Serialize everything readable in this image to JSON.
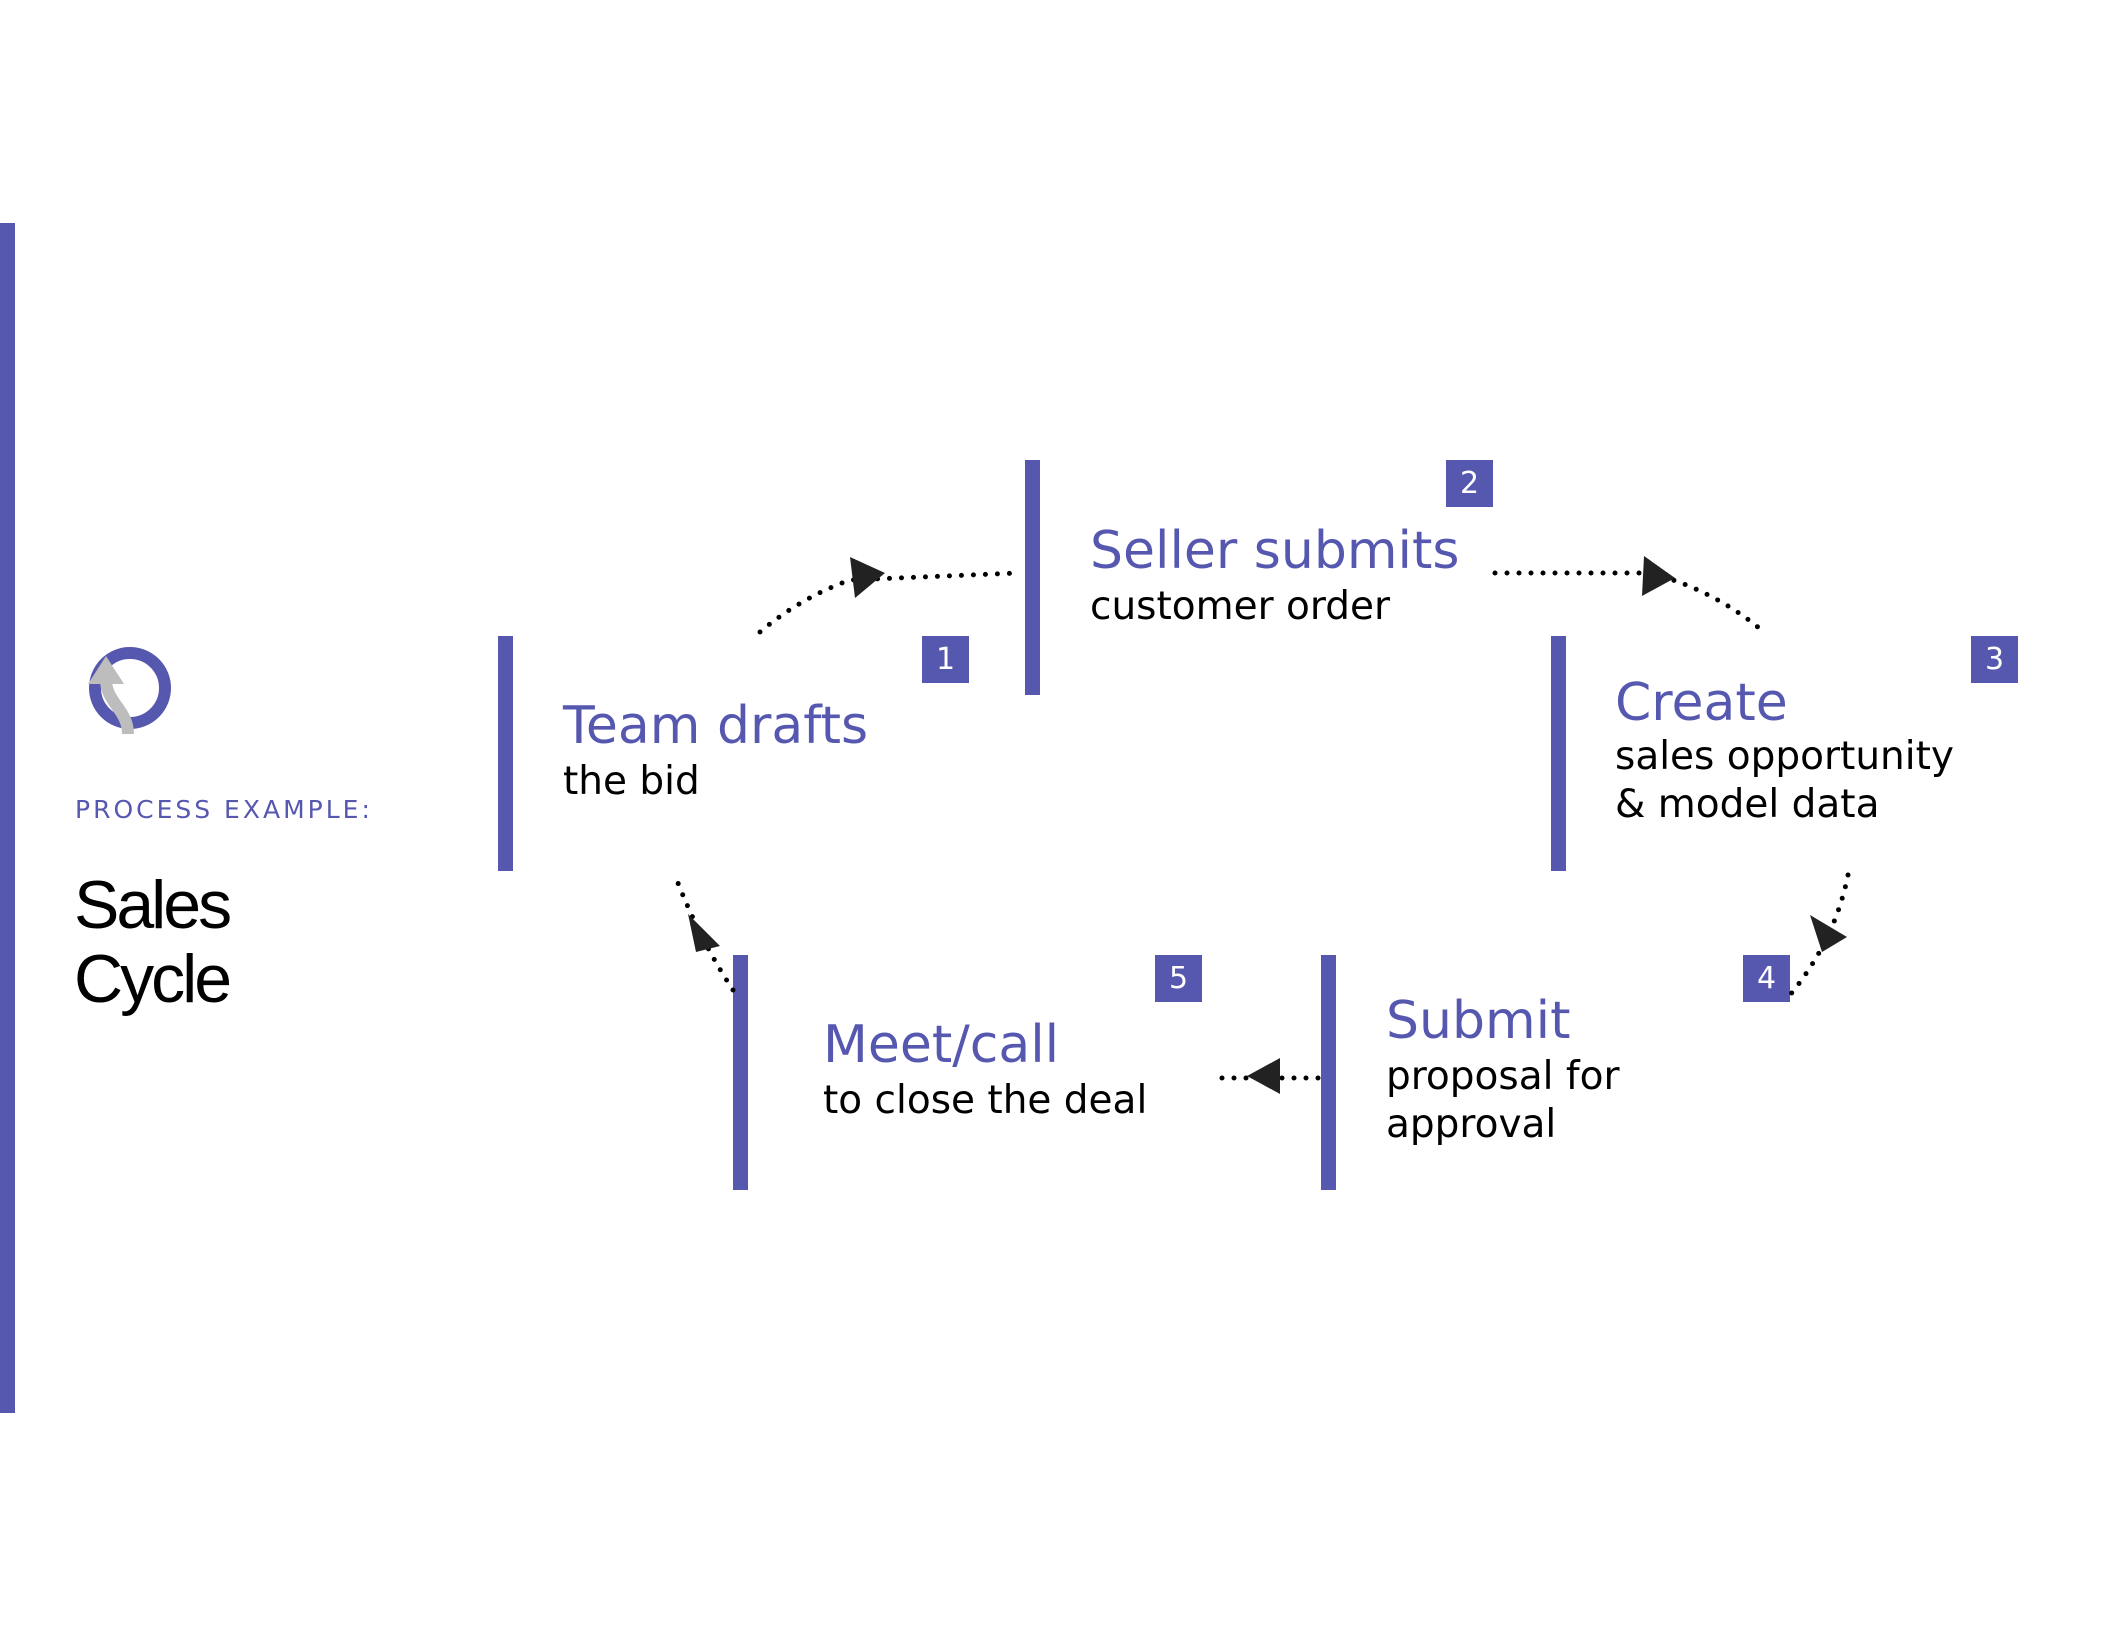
{
  "colors": {
    "accent": "#5658B0",
    "text": "#000000",
    "logo_gray": "#BDBDBD"
  },
  "header": {
    "eyebrow": "PROCESS EXAMPLE:",
    "title_line1": "Sales",
    "title_line2": "Cycle",
    "icon": "cycle-arrow-icon"
  },
  "steps": [
    {
      "number": "1",
      "title": "Team drafts",
      "desc": [
        "the bid"
      ]
    },
    {
      "number": "2",
      "title": "Seller submits",
      "desc": [
        "customer order"
      ]
    },
    {
      "number": "3",
      "title": "Create",
      "desc": [
        "sales opportunity",
        "& model data"
      ]
    },
    {
      "number": "4",
      "title": "Submit",
      "desc": [
        "proposal for",
        "approval"
      ]
    },
    {
      "number": "5",
      "title": "Meet/call",
      "desc": [
        "to close the deal"
      ]
    }
  ]
}
